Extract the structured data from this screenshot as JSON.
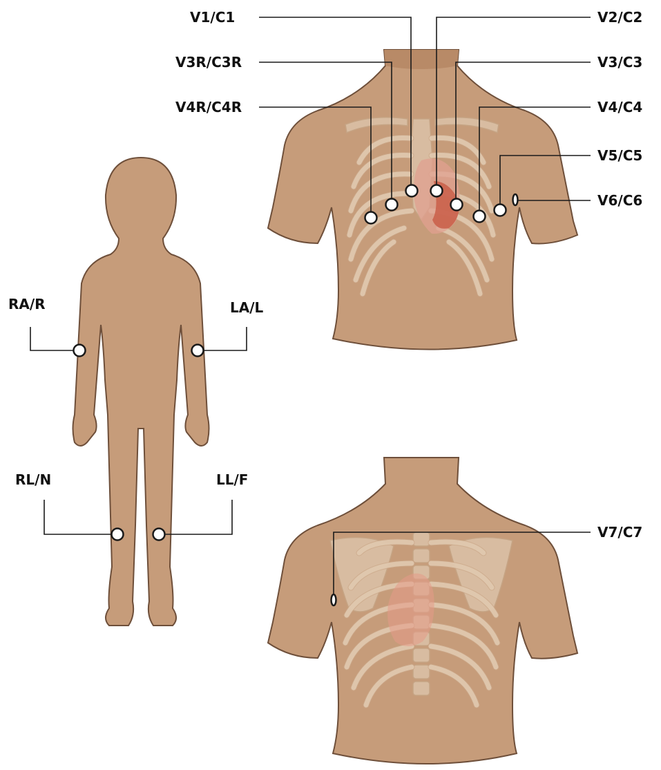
{
  "precordial_leads": [
    "V1/C1",
    "V2/C2",
    "V3R/C3R",
    "V3/C3",
    "V4R/C4R",
    "V4/C4",
    "V5/C5",
    "V6/C6"
  ],
  "limb_leads": [
    "RA/R",
    "LA/L",
    "RL/N",
    "LL/F"
  ],
  "posterior_leads": [
    "V7/C7"
  ],
  "colors": {
    "skin": "#c69c7a",
    "skin_outline": "#6e4f3a",
    "ribs": "#e2cbb3",
    "heart": "#c95e48",
    "electrode_fill": "#ffffff",
    "electrode_outline": "#1a1a1a"
  }
}
